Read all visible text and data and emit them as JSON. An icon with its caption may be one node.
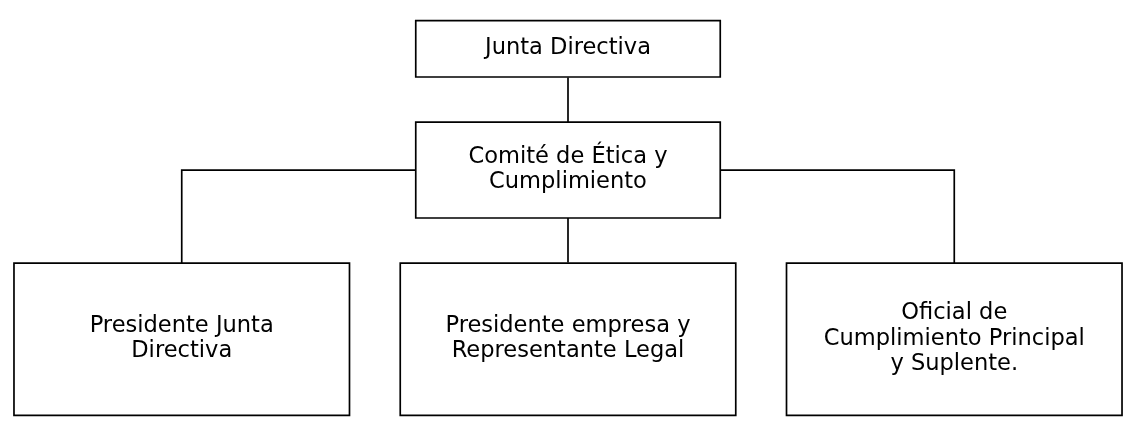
{
  "diagram": {
    "nodes": [
      {
        "text": [
          "Junta Directiva"
        ]
      },
      {
        "text": [
          "Comité de Ética y Cumplimiento"
        ]
      },
      {
        "text": [
          "Presidente Junta Directiva"
        ]
      },
      {
        "text": [
          "Presidente empresa y Representante Legal"
        ]
      },
      {
        "text": [
          "Oficial de Cumplimiento Principal y Suplente."
        ]
      }
    ],
    "edges": [
      {
        "from": 0,
        "to": 1,
        "arrow": "none"
      },
      {
        "from": 1,
        "to": 2,
        "arrow": "none"
      },
      {
        "from": 1,
        "to": 3,
        "arrow": "none"
      },
      {
        "from": 1,
        "to": 4,
        "arrow": "none"
      }
    ]
  }
}
